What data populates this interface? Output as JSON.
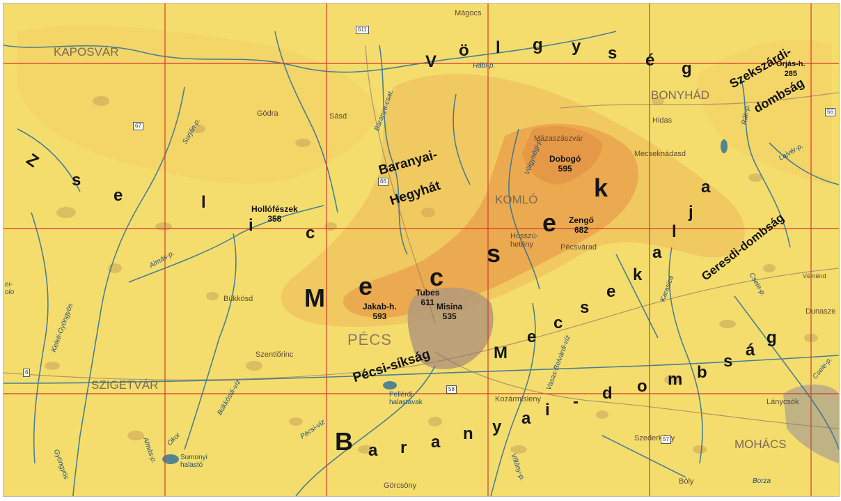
{
  "colors": {
    "lowland": "#f5dd6d",
    "hill": "#f0c15c",
    "upland": "#eba24c",
    "summit": "#d98e45",
    "urban": "#b79a78",
    "water": "#2a6f99",
    "grid": "#d63a2a"
  },
  "towns": {
    "kaposvar": "KAPOSVÁR",
    "bonyhad": "BONYHÁD",
    "komlo": "KOMLÓ",
    "pecs": "PÉCS",
    "szigetvar": "SZIGETVÁR",
    "mohacs": "MOHÁCS",
    "magocs": "Mágocs",
    "godra": "Gödra",
    "sasd": "Sásd",
    "mazaszaszvar": "Mázaszászvár",
    "hidas": "Hidas",
    "mecseknadasd": "Mecseknádasd",
    "hosszuheteny": "Hosszú-\nhetény",
    "pecsvarad": "Pécsvárad",
    "bukkosd": "Bükkösd",
    "szentlorinc": "Szentlőrinc",
    "kozarmisleny": "Kozármisleny",
    "szederkeny": "Szederkény",
    "lanycsok": "Lánycsók",
    "boly": "Bóly",
    "gorcsony": "Görcsöny",
    "dunaszek": "Dunasze",
    "vejend": "Véménd"
  },
  "peaks": {
    "hollofeszek": {
      "name": "Hollófészek",
      "height": "358"
    },
    "dobogo": {
      "name": "Dobogó",
      "height": "595"
    },
    "zengo": {
      "name": "Zengő",
      "height": "682"
    },
    "jakab": {
      "name": "Jakab-h.",
      "height": "593"
    },
    "tubes": {
      "name": "Tubes",
      "height": "611"
    },
    "misina": {
      "name": "Misina",
      "height": "535"
    },
    "orjas": {
      "name": "Örjás-h.",
      "height": "285"
    }
  },
  "streams": {
    "hobi": "Hábi-p.",
    "baranyacsat": "Baranya-csat.",
    "surjan": "Surján-p.",
    "almas1": "Almás-p.",
    "almas2": "Almás-p.",
    "bukkosdi": "Bükkösdi-víz",
    "pecsi": "Pécsi-víz",
    "okor": "Okor",
    "keleti": "Keleti-Gyöngyös",
    "gyongyos": "Gyöngyös",
    "volgyseg": "Völgységi-p.",
    "rakp": "Rák-p.",
    "lajver": "Lajvér-p.",
    "karasica": "Karasica",
    "csele1": "Csele-p.",
    "csele2": "Csele-p.",
    "vasas": "Vasas-Belvárdi-víz",
    "villany": "Villány-p.",
    "borza": "Borza",
    "pellerd": "Pellérdi\nhalastavak",
    "sumony": "Sumonyi\nhalastó",
    "partial": "ei-\nolo"
  },
  "roads": {
    "r611": "611",
    "r67": "67",
    "r66": "66",
    "r56": "56",
    "r6": "6",
    "r58": "58",
    "r57": "57"
  },
  "regions": {
    "volgyseg": [
      "V",
      "ö",
      "l",
      "g",
      "y",
      "s",
      "é",
      "g"
    ],
    "zselic": [
      "Z",
      "s",
      "e",
      "l",
      "i",
      "c"
    ],
    "mecsek": [
      "M",
      "e",
      "c",
      "s",
      "e",
      "k"
    ],
    "mecsekalja": [
      "M",
      "e",
      "c",
      "s",
      "e",
      "k",
      "a",
      "l",
      "j",
      "a"
    ],
    "baranyai_dombsag": [
      "B",
      "a",
      "r",
      "a",
      "n",
      "y",
      "a",
      "i",
      "-",
      "d",
      "o",
      "m",
      "b",
      "s",
      "á",
      "g"
    ],
    "baranyai_hegyhat_1": "Baranyai-",
    "baranyai_hegyhat_2": "Hegyhát",
    "pecsi_siksag": "Pécsi-síkság",
    "szekszardi_1": "Szekszárdi-",
    "szekszardi_2": "dombság",
    "geresdi": "Geresdi-dombság"
  }
}
